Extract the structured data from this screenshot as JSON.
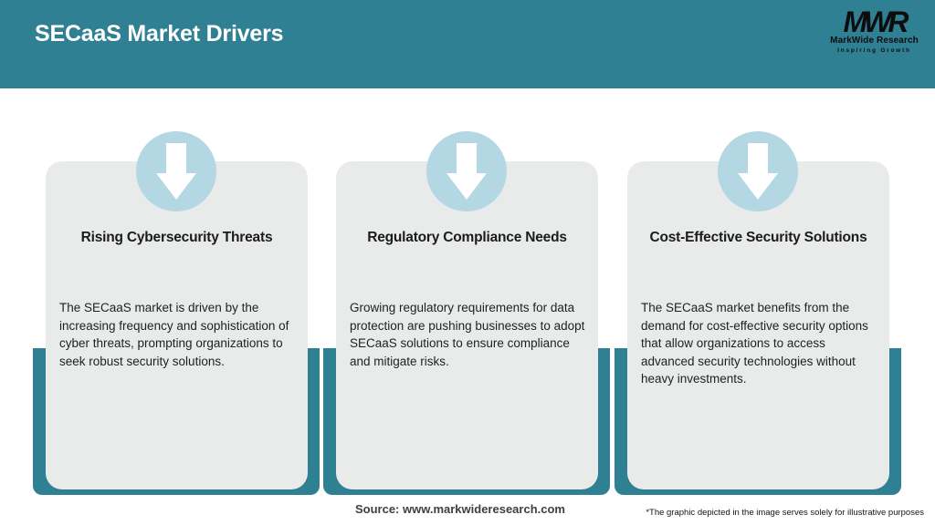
{
  "header": {
    "title": "SECaaS Market Drivers",
    "logo": {
      "monogram": "MWR",
      "name": "MarkWide Research",
      "tagline": "Inspiring Growth"
    }
  },
  "cards": [
    {
      "icon": "down-arrow-icon",
      "title": "Rising Cybersecurity Threats",
      "body": "The SECaaS market is driven by the increasing frequency and sophistication of cyber threats, prompting organizations to seek robust security solutions."
    },
    {
      "icon": "down-arrow-icon",
      "title": "Regulatory Compliance Needs",
      "body": "Growing regulatory requirements for data protection are pushing businesses to adopt SECaaS solutions to ensure compliance and mitigate risks."
    },
    {
      "icon": "down-arrow-icon",
      "title": "Cost-Effective Security Solutions",
      "body": "The SECaaS market benefits from the demand for cost-effective security options that allow organizations to access advanced security technologies without heavy investments."
    }
  ],
  "footer": {
    "source": "Source: www.markwideresearch.com",
    "disclaimer": "*The graphic depicted in the image serves solely for illustrative purposes"
  },
  "colors": {
    "header_teal": "#308094",
    "card_background": "#e9ebeb",
    "icon_circle_blue": "#b3d7e3",
    "header_text": "#ffffff"
  }
}
